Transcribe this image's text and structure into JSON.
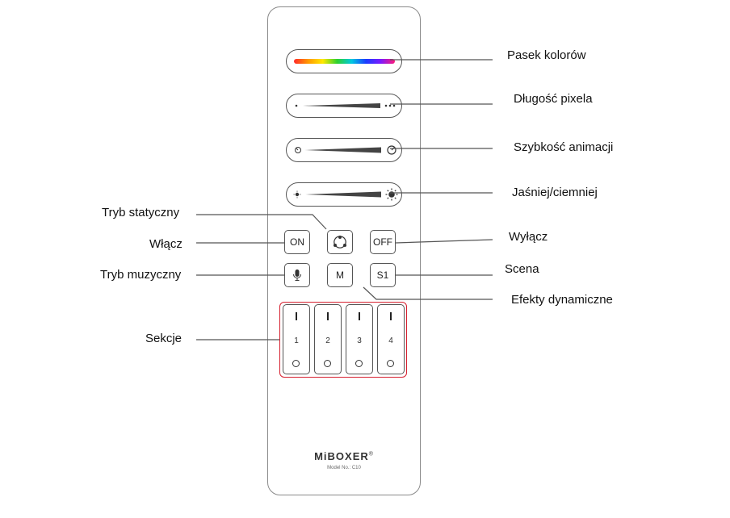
{
  "callouts": {
    "color_bar": "Pasek kolorów",
    "pixel_length": "Długość pixela",
    "animation_speed": "Szybkość animacji",
    "brighter_dimmer": "Jaśniej/ciemniej",
    "static_mode": "Tryb statyczny",
    "turn_on": "Włącz",
    "turn_off": "Wyłącz",
    "music_mode": "Tryb muzyczny",
    "scene": "Scena",
    "dynamic_effects": "Efekty dynamiczne",
    "sections": "Sekcje"
  },
  "buttons": {
    "on": "ON",
    "off": "OFF",
    "mode": "M",
    "scene": "S1"
  },
  "zones": [
    "1",
    "2",
    "3",
    "4"
  ],
  "brand": "MiBOXER",
  "model": "Model No.: C10",
  "colors": {
    "zone_highlight": "#d6202f",
    "line": "#555555"
  }
}
